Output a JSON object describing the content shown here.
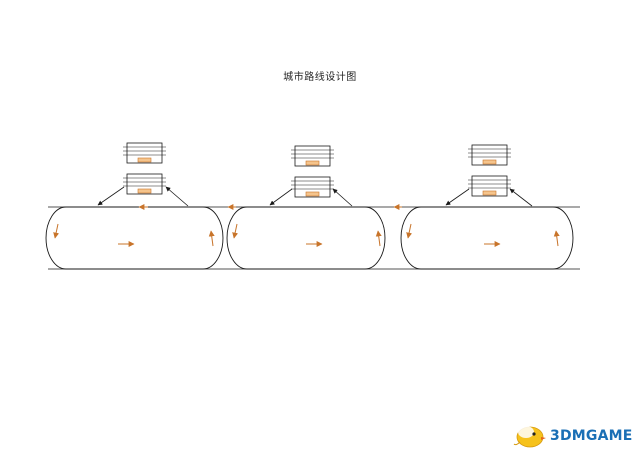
{
  "title": "城市路线设计图",
  "watermark": "3DMGAME",
  "colors": {
    "line": "#1a1a1a",
    "arrow_orange": "#c8742a",
    "box_fill": "#f5c48c",
    "watermark_blue": "#1a6fb5"
  },
  "icons": [
    "chick-mascot-logo"
  ]
}
